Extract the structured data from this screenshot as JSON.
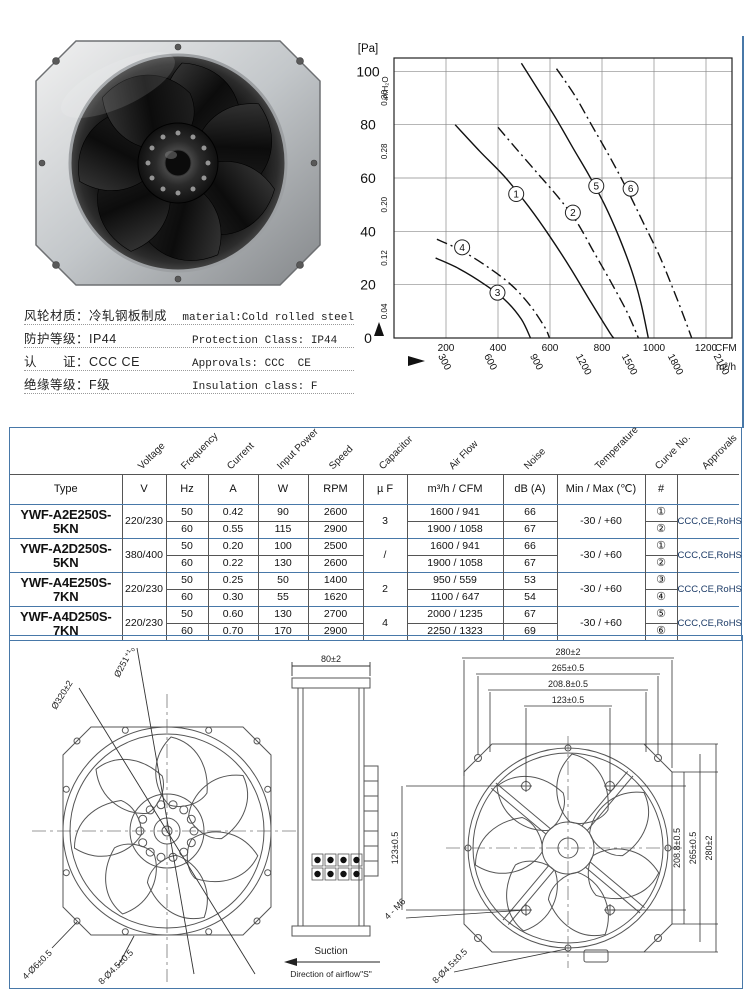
{
  "colors": {
    "accent_blue": "#4878a8",
    "grid_gray": "#8a8a8a",
    "line_dark": "#555555"
  },
  "info": {
    "rows": [
      {
        "zh": "风轮材质：冷轧钢板制成",
        "en": "material:Cold rolled steel"
      },
      {
        "zh": "防护等级：IP44",
        "en": "Protection Class: IP44"
      },
      {
        "zh": "认　　证：CCC CE",
        "en": "Approvals: CCC  CE"
      },
      {
        "zh": "绝缘等级：F级",
        "en": "Insulation class: F"
      }
    ]
  },
  "chart_data": {
    "type": "line",
    "title": "",
    "ylabel": "[Pa]",
    "ylabel_secondary": "in.H₂O",
    "xlabel_primary": "CFM",
    "xlabel_secondary": "m³/h",
    "xlim_cfm": [
      0,
      1300
    ],
    "ylim_pa": [
      0,
      105
    ],
    "grid": true,
    "x_ticks_cfm": [
      200,
      400,
      600,
      800,
      1000,
      1200
    ],
    "x_ticks_m3h": [
      300,
      600,
      900,
      1200,
      1500,
      1800,
      2100
    ],
    "y_ticks_pa": [
      0,
      20,
      40,
      60,
      80,
      100
    ],
    "y_ticks_inh2o": [
      "0.04",
      "0.12",
      "0.20",
      "0.28",
      "0.36"
    ],
    "series": [
      {
        "name": "1",
        "style": "solid",
        "label_at": [
          470,
          54
        ],
        "points": [
          [
            235,
            80
          ],
          [
            330,
            70
          ],
          [
            430,
            60
          ],
          [
            520,
            49
          ],
          [
            600,
            38
          ],
          [
            680,
            26
          ],
          [
            760,
            13
          ],
          [
            830,
            2
          ],
          [
            845,
            0
          ]
        ]
      },
      {
        "name": "2",
        "style": "dashdot",
        "label_at": [
          688,
          47
        ],
        "points": [
          [
            400,
            79
          ],
          [
            470,
            71
          ],
          [
            550,
            62
          ],
          [
            630,
            53
          ],
          [
            700,
            44
          ],
          [
            770,
            32
          ],
          [
            840,
            20
          ],
          [
            900,
            9
          ],
          [
            940,
            0
          ]
        ]
      },
      {
        "name": "3",
        "style": "solid",
        "label_at": [
          398,
          17
        ],
        "points": [
          [
            160,
            30
          ],
          [
            250,
            26
          ],
          [
            350,
            20
          ],
          [
            430,
            14
          ],
          [
            490,
            7
          ],
          [
            525,
            0
          ]
        ]
      },
      {
        "name": "4",
        "style": "dashdot",
        "label_at": [
          262,
          34
        ],
        "points": [
          [
            165,
            37
          ],
          [
            255,
            33
          ],
          [
            355,
            27
          ],
          [
            450,
            20
          ],
          [
            525,
            12
          ],
          [
            580,
            4
          ],
          [
            598,
            0
          ]
        ]
      },
      {
        "name": "5",
        "style": "solid",
        "label_at": [
          778,
          57
        ],
        "points": [
          [
            490,
            103
          ],
          [
            555,
            93
          ],
          [
            625,
            82
          ],
          [
            690,
            71
          ],
          [
            750,
            61
          ],
          [
            810,
            50
          ],
          [
            865,
            38
          ],
          [
            915,
            25
          ],
          [
            950,
            13
          ],
          [
            978,
            0
          ]
        ]
      },
      {
        "name": "6",
        "style": "dashdot",
        "label_at": [
          910,
          56
        ],
        "points": [
          [
            625,
            101
          ],
          [
            695,
            91
          ],
          [
            765,
            79
          ],
          [
            835,
            67
          ],
          [
            900,
            55
          ],
          [
            960,
            43
          ],
          [
            1020,
            31
          ],
          [
            1075,
            18
          ],
          [
            1115,
            8
          ],
          [
            1145,
            0
          ]
        ]
      }
    ]
  },
  "table": {
    "diagonal_headers": [
      "Voltage",
      "Frequency",
      "Current",
      "Input Power",
      "Speed",
      "Capacitor",
      "Air Flow",
      "Noise",
      "Temperature",
      "Curve No.",
      "Approvals"
    ],
    "unit_row": {
      "type": "Type",
      "voltage": "V",
      "frequency": "Hz",
      "current": "A",
      "power": "W",
      "speed": "RPM",
      "capacitor": "µ F",
      "airflow": "m³/h  /  CFM",
      "noise": "dB (A)",
      "temperature": "Min / Max (℃)",
      "curve": "#",
      "approvals": ""
    },
    "rows": [
      {
        "type": "YWF-A2E250S-5KN",
        "voltage": "220/230",
        "capacitor": "3",
        "temperature": "-30 / +60",
        "approvals": "CCC,CE,RoHS",
        "sub": [
          {
            "hz": "50",
            "a": "0.42",
            "w": "90",
            "rpm": "2600",
            "m3h": "1600",
            "cfm": "941",
            "db": "66",
            "curve": "①"
          },
          {
            "hz": "60",
            "a": "0.55",
            "w": "115",
            "rpm": "2900",
            "m3h": "1900",
            "cfm": "1058",
            "db": "67",
            "curve": "②"
          }
        ]
      },
      {
        "type": "YWF-A2D250S-5KN",
        "voltage": "380/400",
        "capacitor": "/",
        "temperature": "-30 / +60",
        "approvals": "CCC,CE,RoHS",
        "sub": [
          {
            "hz": "50",
            "a": "0.20",
            "w": "100",
            "rpm": "2500",
            "m3h": "1600",
            "cfm": "941",
            "db": "66",
            "curve": "①"
          },
          {
            "hz": "60",
            "a": "0.22",
            "w": "130",
            "rpm": "2600",
            "m3h": "1900",
            "cfm": "1058",
            "db": "67",
            "curve": "②"
          }
        ]
      },
      {
        "type": "YWF-A4E250S-7KN",
        "voltage": "220/230",
        "capacitor": "2",
        "temperature": "-30 / +60",
        "approvals": "CCC,CE,RoHS",
        "sub": [
          {
            "hz": "50",
            "a": "0.25",
            "w": "50",
            "rpm": "1400",
            "m3h": "950",
            "cfm": "559",
            "db": "53",
            "curve": "③"
          },
          {
            "hz": "60",
            "a": "0.30",
            "w": "55",
            "rpm": "1620",
            "m3h": "1100",
            "cfm": "647",
            "db": "54",
            "curve": "④"
          }
        ]
      },
      {
        "type": "YWF-A4D250S-7KN",
        "voltage": "220/230",
        "capacitor": "4",
        "temperature": "-30 / +60",
        "approvals": "CCC,CE,RoHS",
        "sub": [
          {
            "hz": "50",
            "a": "0.60",
            "w": "130",
            "rpm": "2700",
            "m3h": "2000",
            "cfm": "1235",
            "db": "67",
            "curve": "⑤"
          },
          {
            "hz": "60",
            "a": "0.70",
            "w": "170",
            "rpm": "2900",
            "m3h": "2250",
            "cfm": "1323",
            "db": "69",
            "curve": "⑥"
          }
        ]
      }
    ]
  },
  "drawings": {
    "front": {
      "dim_impeller": "Ø251⁺¹₀",
      "dim_outer": "Ø320±2",
      "dim_corner_holes": "4-Ø6±0.5",
      "dim_flange_holes": "8-Ø4.5±0.5"
    },
    "side": {
      "dim_depth": "80±2",
      "suction": "Suction",
      "airflow": "Direction of airflow\"S\""
    },
    "rear": {
      "dim_width_outer": "280±2",
      "dim_width_mount": "265±0.5",
      "dim_width_holes": "208.8±0.5",
      "dim_width_inner": "123±0.5",
      "dim_height_inner": "123±0.5",
      "dim_height_holes": "208.8±0.5",
      "dim_height_mount": "265±0.5",
      "dim_height_outer": "280±2",
      "label_studs": "4 - M6",
      "label_holes": "8-Ø4.5±0.5"
    }
  }
}
